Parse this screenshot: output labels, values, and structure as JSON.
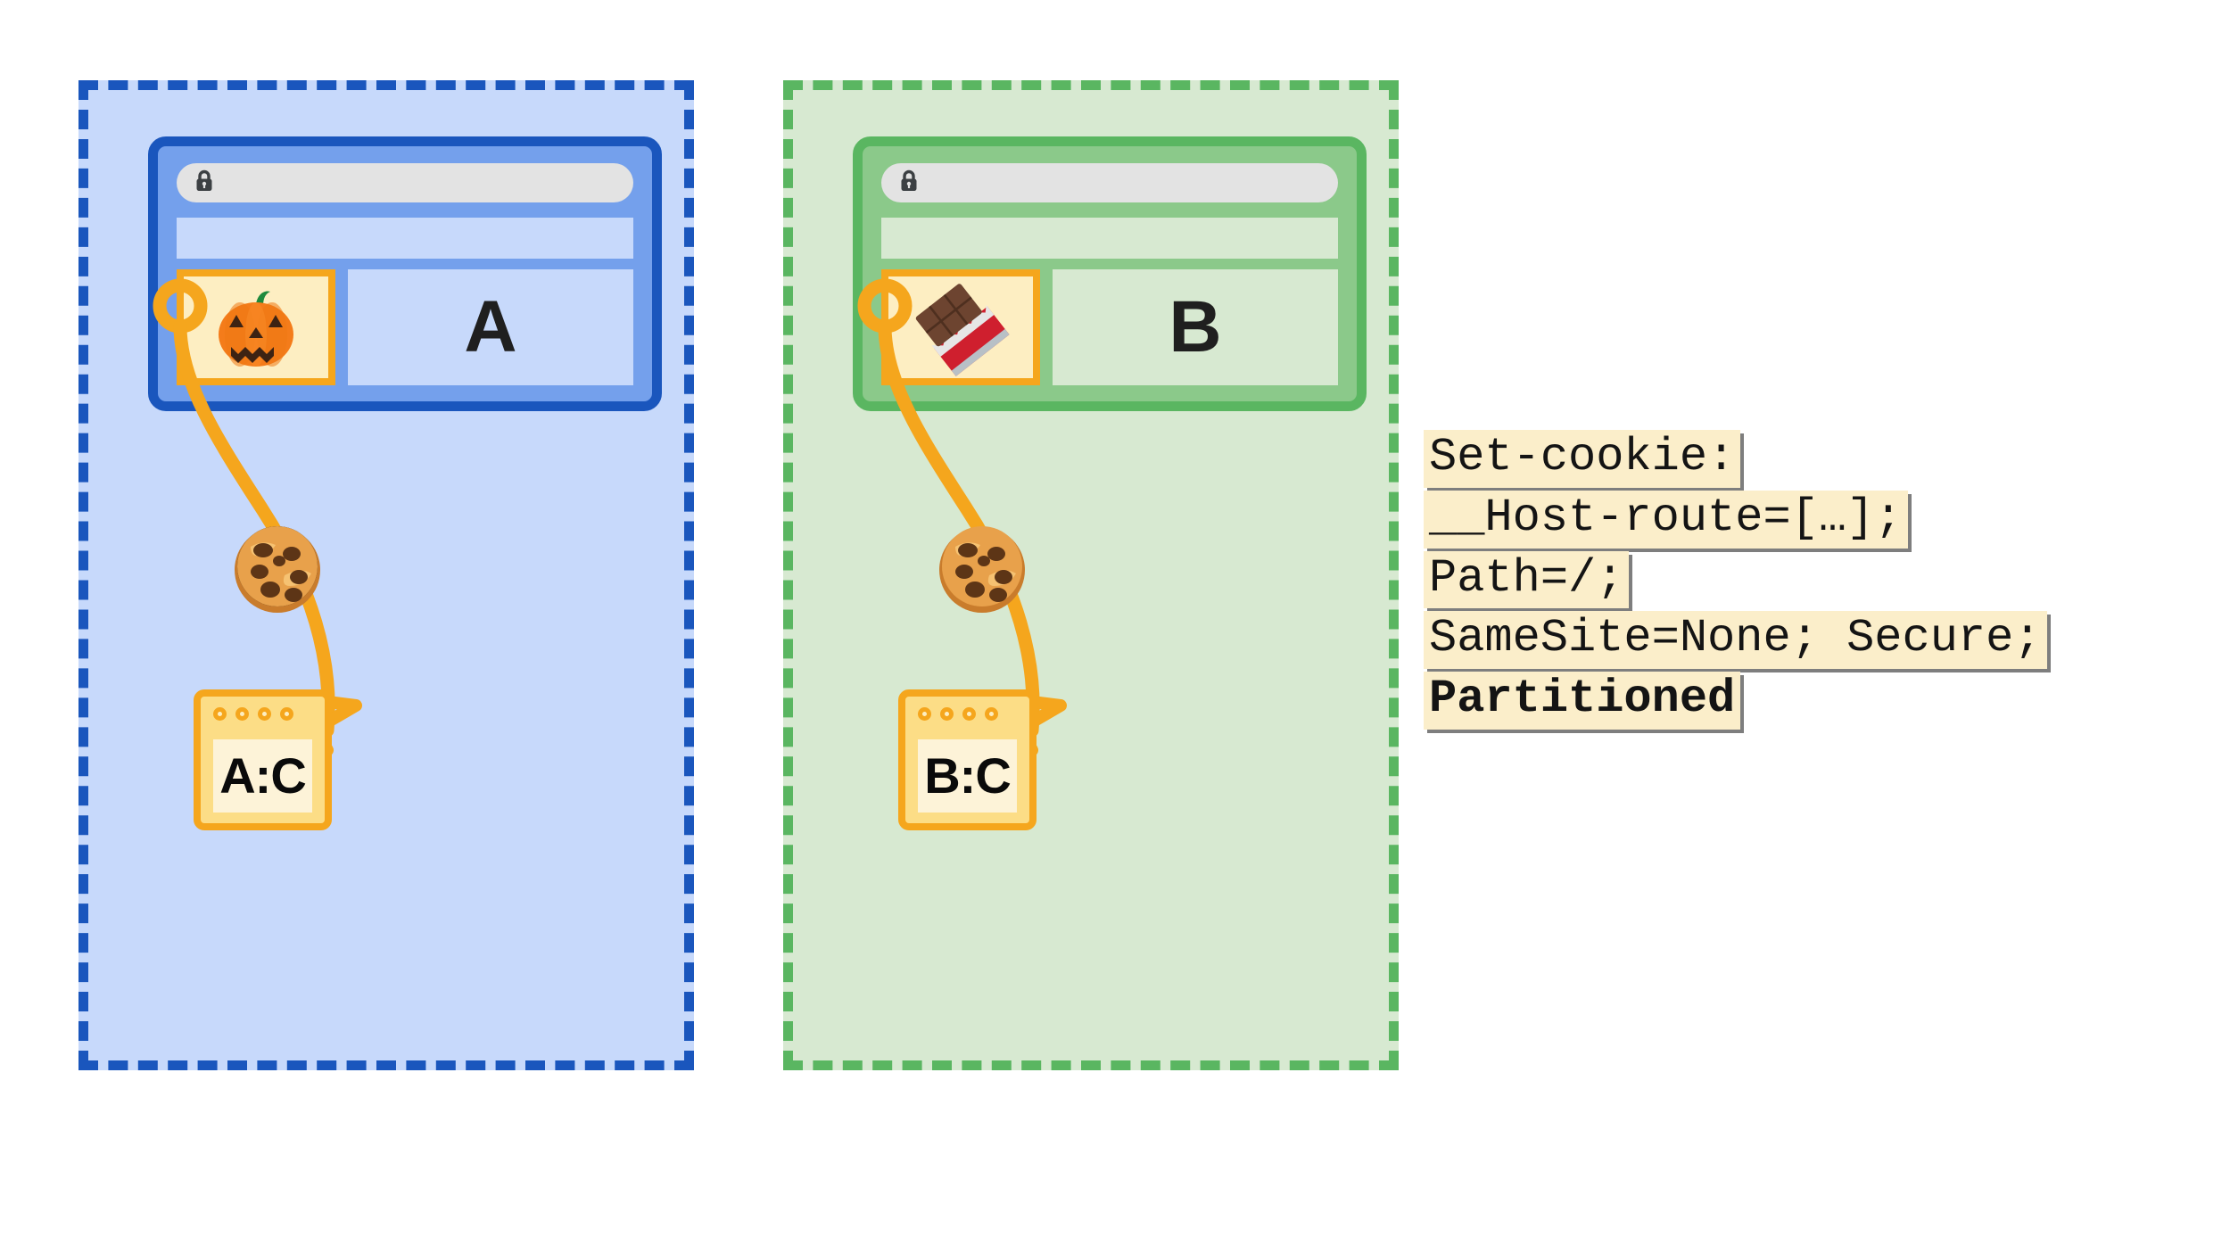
{
  "diagram": {
    "title": "Partitioned cookies (CHIPS) across two top-level sites",
    "colors": {
      "blue_accent": "#1a56bd",
      "blue_fill": "#c7d9fb",
      "blue_chrome": "#74a0ec",
      "green_accent": "#5ab661",
      "green_fill": "#d7e9d1",
      "green_chrome": "#8bc98a",
      "orange_accent": "#f5a61d",
      "cookie_bg": "#fdeec2",
      "code_bg": "#fbeeca"
    }
  },
  "partitions": [
    {
      "id": "partition-a",
      "accent": "#1a56bd",
      "browser": {
        "site_letter": "A",
        "address_value": "",
        "address_placeholder": "",
        "lock_icon": "lock-icon",
        "embed_icon": "jack-o-lantern-icon"
      },
      "cookie_icon": "cookie-icon",
      "storage": {
        "label": "A:C",
        "dots": 4
      }
    },
    {
      "id": "partition-b",
      "accent": "#5ab661",
      "browser": {
        "site_letter": "B",
        "address_value": "",
        "address_placeholder": "",
        "lock_icon": "lock-icon",
        "embed_icon": "chocolate-bar-icon"
      },
      "cookie_icon": "cookie-icon",
      "storage": {
        "label": "B:C",
        "dots": 4
      }
    }
  ],
  "code_block": {
    "lines": [
      {
        "text": "Set-cookie:",
        "bold": false
      },
      {
        "text": "__Host-route=[…];",
        "bold": false
      },
      {
        "text": "Path=/;",
        "bold": false
      },
      {
        "text": "SameSite=None; Secure;",
        "bold": false
      },
      {
        "text": "Partitioned",
        "bold": true
      }
    ]
  }
}
